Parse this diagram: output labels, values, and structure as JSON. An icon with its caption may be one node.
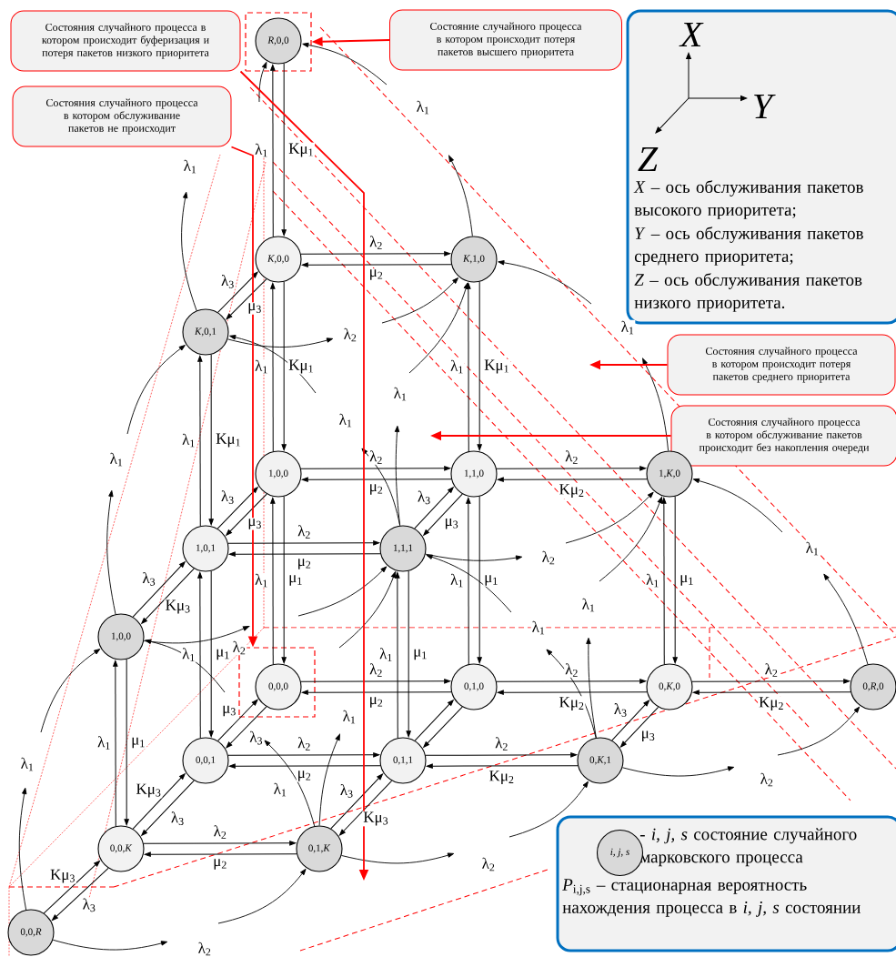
{
  "diagram": {
    "nodes": [
      {
        "text": [
          "Состояния случайного процесса в котором происходит буферизация и потеря пакетов низкого приоритета"
        ]
      },
      {
        "text": [],
        "shape": "box"
      },
      {
        "text": [
          "*R*,0,0"
        ],
        "in": 1
      },
      {
        "text": [
          "Состояние случайного процесса в котором происходит потеря пакетов высшего приоритета"
        ]
      },
      {
        "text": [
          "X",
          "Y",
          "Z",
          "*X* – ось обслуживания пакетов высокого приоритета;",
          "*Y* – ось обслуживания пакетов среднего приоритета;",
          "*Z* – ось обслуживания пакетов низкого приоритета."
        ]
      },
      {
        "text": [
          "Состояния случайного процесса в котором обслуживание пакетов не происходит"
        ]
      },
      {
        "text": [
          "*K*,0,0"
        ]
      },
      {
        "text": [
          "*K*,1,0"
        ]
      },
      {
        "text": [
          "*K*,0,1"
        ]
      },
      {
        "text": [
          "Состояния случайного процесса в котором происходит потеря пакетов среднего приоритета"
        ]
      },
      {
        "text": [
          "Состояния случайного процесса в котором обслуживание пакетов происходит без накопления очереди"
        ]
      },
      {
        "text": [
          "1,0,0"
        ]
      },
      {
        "text": [
          "1,1,0"
        ]
      },
      {
        "text": [
          "1,*K*,0"
        ]
      },
      {
        "text": [
          "1,0,1"
        ]
      },
      {
        "text": [
          "1,1,1"
        ]
      },
      {
        "text": [
          "1,0,0"
        ]
      },
      {
        "text": [],
        "shape": "box"
      },
      {
        "text": [
          "0,0,0"
        ],
        "in": 17
      },
      {
        "text": [
          "0,1,0"
        ]
      },
      {
        "text": [
          "0,*K*,0"
        ]
      },
      {
        "text": [
          "0,*R*,0"
        ]
      },
      {
        "text": [
          "0,0,1"
        ]
      },
      {
        "text": [
          "0,1,1"
        ]
      },
      {
        "text": [
          "0,*K*,1"
        ]
      },
      {
        "text": [
          "- *i, j, s* состояние случайного марковского процесса",
          "*P*$_{i,j,s}$ – стационарная вероятность нахождения процесса в *i, j, s* состоянии"
        ]
      },
      {
        "text": [
          "i, j, s"
        ],
        "in": 25
      },
      {
        "text": [
          "0,0,*K*"
        ]
      },
      {
        "text": [
          "0,1,*K*"
        ]
      },
      {
        "text": [
          "0,0,*R*"
        ]
      }
    ],
    "edges": [
      {
        "from": 6,
        "to": 2,
        "arrow": "to",
        "label": "λ$_{1}$"
      },
      {
        "from": 2,
        "to": 6,
        "arrow": "to",
        "label": "Kμ$_{1}$"
      },
      {
        "from": 11,
        "to": 6,
        "arrow": "to",
        "label": "λ$_{1}$"
      },
      {
        "from": 6,
        "to": 11,
        "arrow": "to",
        "label": "Kμ$_{1}$"
      },
      {
        "from": 18,
        "to": 11,
        "arrow": "to",
        "label": "λ$_{1}$"
      },
      {
        "from": 11,
        "to": 18,
        "arrow": "to",
        "label": "μ$_{1}$"
      },
      {
        "from": 12,
        "to": 7,
        "arrow": "to",
        "label": "λ$_{1}$"
      },
      {
        "from": 7,
        "to": 12,
        "arrow": "to",
        "label": "Kμ$_{1}$"
      },
      {
        "from": 19,
        "to": 12,
        "arrow": "to",
        "label": "λ$_{1}$"
      },
      {
        "from": 12,
        "to": 19,
        "arrow": "to",
        "label": "μ$_{1}$"
      },
      {
        "from": 20,
        "to": 13,
        "arrow": "to",
        "label": "λ$_{1}$"
      },
      {
        "from": 13,
        "to": 20,
        "arrow": "to",
        "label": "μ$_{1}$"
      },
      {
        "from": 14,
        "to": 8,
        "arrow": "to",
        "label": "λ$_{1}$"
      },
      {
        "from": 8,
        "to": 14,
        "arrow": "to",
        "label": "Kμ$_{1}$"
      },
      {
        "from": 22,
        "to": 14,
        "arrow": "to",
        "label": "λ$_{1}$"
      },
      {
        "from": 14,
        "to": 22,
        "arrow": "to",
        "label": "μ$_{1}$"
      },
      {
        "from": 23,
        "to": 15,
        "arrow": "to",
        "label": "λ$_{1}$"
      },
      {
        "from": 15,
        "to": 23,
        "arrow": "to",
        "label": "μ$_{1}$"
      },
      {
        "from": 27,
        "to": 16,
        "arrow": "to",
        "label": "λ$_{1}$"
      },
      {
        "from": 16,
        "to": 27,
        "arrow": "to",
        "label": "μ$_{1}$"
      },
      {
        "from": 6,
        "to": 7,
        "arrow": "to",
        "label": "λ$_{2}$"
      },
      {
        "from": 7,
        "to": 6,
        "arrow": "to",
        "label": "μ$_{2}$"
      },
      {
        "from": 11,
        "to": 12,
        "arrow": "to",
        "label": "λ$_{2}$"
      },
      {
        "from": 12,
        "to": 11,
        "arrow": "to",
        "label": "μ$_{2}$"
      },
      {
        "from": 12,
        "to": 13,
        "arrow": "to",
        "label": "λ$_{2}$"
      },
      {
        "from": 13,
        "to": 12,
        "arrow": "to",
        "label": "Kμ$_{2}$"
      },
      {
        "from": 14,
        "to": 15,
        "arrow": "to",
        "label": "λ$_{2}$"
      },
      {
        "from": 15,
        "to": 14,
        "arrow": "to",
        "label": "μ$_{2}$"
      },
      {
        "from": 18,
        "to": 19,
        "arrow": "to",
        "label": "λ$_{2}$"
      },
      {
        "from": 19,
        "to": 18,
        "arrow": "to",
        "label": "μ$_{2}$"
      },
      {
        "from": 19,
        "to": 20,
        "arrow": "to",
        "label": "λ$_{2}$"
      },
      {
        "from": 20,
        "to": 19,
        "arrow": "to",
        "label": "Kμ$_{2}$"
      },
      {
        "from": 20,
        "to": 21,
        "arrow": "to",
        "label": "λ$_{2}$"
      },
      {
        "from": 21,
        "to": 20,
        "arrow": "to",
        "label": "Kμ$_{2}$"
      },
      {
        "from": 22,
        "to": 23,
        "arrow": "to",
        "label": "λ$_{2}$"
      },
      {
        "from": 23,
        "to": 22,
        "arrow": "to",
        "label": "μ$_{2}$"
      },
      {
        "from": 23,
        "to": 24,
        "arrow": "to",
        "label": "λ$_{2}$"
      },
      {
        "from": 24,
        "to": 23,
        "arrow": "to",
        "label": "Kμ$_{2}$"
      },
      {
        "from": 27,
        "to": 28,
        "arrow": "to",
        "label": "λ$_{2}$"
      },
      {
        "from": 28,
        "to": 27,
        "arrow": "to",
        "label": "μ$_{2}$"
      },
      {
        "from": 8,
        "to": 6,
        "arrow": "to",
        "label": "λ$_{3}$"
      },
      {
        "from": 6,
        "to": 8,
        "arrow": "to",
        "label": "μ$_{3}$"
      },
      {
        "from": 14,
        "to": 11,
        "arrow": "to",
        "label": "λ$_{3}$"
      },
      {
        "from": 11,
        "to": 14,
        "arrow": "to",
        "label": "μ$_{3}$"
      },
      {
        "from": 16,
        "to": 14,
        "arrow": "to",
        "label": "λ$_{3}$"
      },
      {
        "from": 14,
        "to": 16,
        "arrow": "to",
        "label": "Kμ$_{3}$"
      },
      {
        "from": 22,
        "to": 18,
        "arrow": "to",
        "label": "μ$_{3}$"
      },
      {
        "from": 18,
        "to": 22,
        "arrow": "to",
        "label": "λ$_{3}$"
      },
      {
        "from": 27,
        "to": 22,
        "arrow": "to",
        "label": "Kμ$_{3}$"
      },
      {
        "from": 22,
        "to": 27,
        "arrow": "to",
        "label": "λ$_{3}$"
      },
      {
        "from": 29,
        "to": 27,
        "arrow": "to",
        "label": "Kμ$_{3}$"
      },
      {
        "from": 27,
        "to": 29,
        "arrow": "to",
        "label": "λ$_{3}$"
      },
      {
        "from": 23,
        "to": 19,
        "arrow": "to"
      },
      {
        "from": 19,
        "to": 23,
        "arrow": "to"
      },
      {
        "from": 28,
        "to": 23,
        "arrow": "to",
        "label": "λ$_{3}$"
      },
      {
        "from": 23,
        "to": 28,
        "arrow": "to",
        "label": "Kμ$_{3}$"
      },
      {
        "from": 15,
        "to": 12,
        "arrow": "to",
        "label": "λ$_{3}$"
      },
      {
        "from": 12,
        "to": 15,
        "arrow": "to",
        "label": "μ$_{3}$"
      },
      {
        "from": 24,
        "to": 20,
        "arrow": "to",
        "label": "λ$_{3}$"
      },
      {
        "from": 20,
        "to": 24,
        "arrow": "to",
        "label": "μ$_{3}$"
      },
      {
        "from": 29,
        "to": null,
        "arrow": "to",
        "label": "λ$_{1}$"
      },
      {
        "from": null,
        "to": 16,
        "arrow": "to"
      },
      {
        "from": 16,
        "to": null,
        "arrow": "to",
        "label": "λ$_{1}$"
      },
      {
        "from": null,
        "to": 8,
        "arrow": "to"
      },
      {
        "from": 8,
        "to": null,
        "arrow": "to",
        "label": "λ$_{1}$"
      },
      {
        "from": null,
        "to": 2,
        "arrow": "to"
      },
      {
        "from": 16,
        "to": null,
        "arrow": "to",
        "label": "λ$_{2}$"
      },
      {
        "from": null,
        "to": 16,
        "arrow": "to"
      },
      {
        "from": 8,
        "to": null,
        "arrow": "to",
        "label": "λ$_{2}$"
      },
      {
        "from": null,
        "to": 8,
        "arrow": "to"
      },
      {
        "from": 29,
        "to": null,
        "arrow": "to",
        "label": "λ$_{2}$"
      },
      {
        "from": null,
        "to": 28,
        "arrow": "to"
      },
      {
        "from": 28,
        "to": null,
        "arrow": "to",
        "label": "λ$_{2}$"
      },
      {
        "from": null,
        "to": 24,
        "arrow": "to"
      },
      {
        "from": 24,
        "to": null,
        "arrow": "to",
        "label": "λ$_{2}$"
      },
      {
        "from": null,
        "to": 21,
        "arrow": "to"
      },
      {
        "from": 28,
        "to": null,
        "arrow": "to",
        "label": "λ$_{1}$"
      },
      {
        "from": 28,
        "to": null,
        "arrow": "to",
        "label": "λ$_{1}$"
      },
      {
        "from": null,
        "to": 15,
        "arrow": "to"
      },
      {
        "from": null,
        "to": 15,
        "arrow": "to"
      },
      {
        "from": 15,
        "to": null,
        "arrow": "to",
        "label": "λ$_{1}$"
      },
      {
        "from": 15,
        "to": null,
        "arrow": "to",
        "label": "λ$_{1}$"
      },
      {
        "from": null,
        "to": 7,
        "arrow": "to"
      },
      {
        "from": null,
        "to": 7,
        "arrow": "to"
      },
      {
        "from": 15,
        "to": null,
        "arrow": "to",
        "label": "λ$_{2}$"
      },
      {
        "from": null,
        "to": 13,
        "arrow": "to"
      },
      {
        "from": null,
        "to": 13,
        "arrow": "to"
      },
      {
        "from": null,
        "to": 15,
        "arrow": "to"
      },
      {
        "from": 24,
        "to": null,
        "arrow": "to",
        "label": "λ$_{1}$"
      },
      {
        "from": 24,
        "to": null,
        "arrow": "to",
        "label": "λ$_{1}$"
      },
      {
        "from": 7,
        "to": null,
        "arrow": "to",
        "label": "λ$_{1}$"
      },
      {
        "from": null,
        "to": 2,
        "arrow": "to"
      },
      {
        "from": 13,
        "to": null,
        "arrow": "to",
        "label": "λ$_{1}$"
      },
      {
        "from": null,
        "to": 7,
        "arrow": "to"
      },
      {
        "from": 21,
        "to": null,
        "arrow": "to",
        "label": "λ$_{1}$"
      },
      {
        "from": null,
        "to": 13,
        "arrow": "to"
      },
      {
        "from": 0,
        "to": null,
        "arrow": "to",
        "color": "#ff0000"
      },
      {
        "from": 3,
        "to": 1,
        "arrow": "to",
        "color": "#ff0000"
      },
      {
        "from": 5,
        "to": 17,
        "arrow": "to",
        "color": "#ff0000"
      },
      {
        "from": 9,
        "to": null,
        "arrow": "to",
        "color": "#ff0000"
      },
      {
        "from": 10,
        "to": null,
        "arrow": "to",
        "color": "#ff0000"
      }
    ]
  }
}
